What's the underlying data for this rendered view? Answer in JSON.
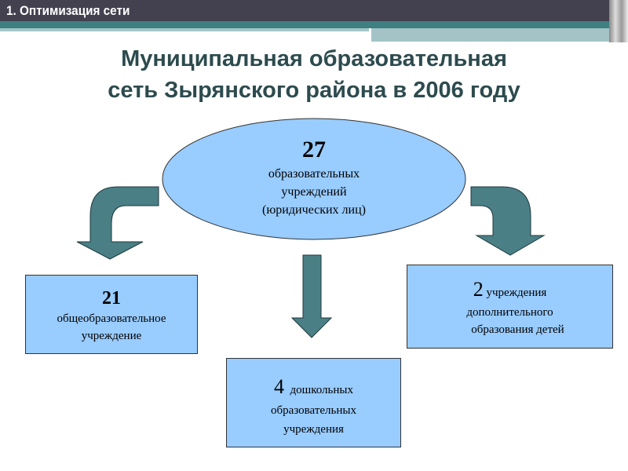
{
  "header": {
    "section": "1. Оптимизация сети"
  },
  "title": {
    "line1": "Муниципальная образовательная",
    "line2": "сеть Зырянского района в 2006 году"
  },
  "center": {
    "number": "27",
    "line1": "образовательных",
    "line2": "учреждений",
    "line3": "(юридических лиц)"
  },
  "left": {
    "number": "21",
    "line1": "общеобразовательное",
    "line2": "учреждение"
  },
  "middle": {
    "number": "4",
    "line1": "дошкольных",
    "line2": "образовательных",
    "line3": "учреждения"
  },
  "right": {
    "number": "2",
    "line1": "учреждения",
    "line2": "дополнительного",
    "line3": "образования детей"
  },
  "colors": {
    "box": "#99ccff",
    "arrow": "#4a7f86",
    "header": "#43414f",
    "title": "#2d4b4e"
  }
}
